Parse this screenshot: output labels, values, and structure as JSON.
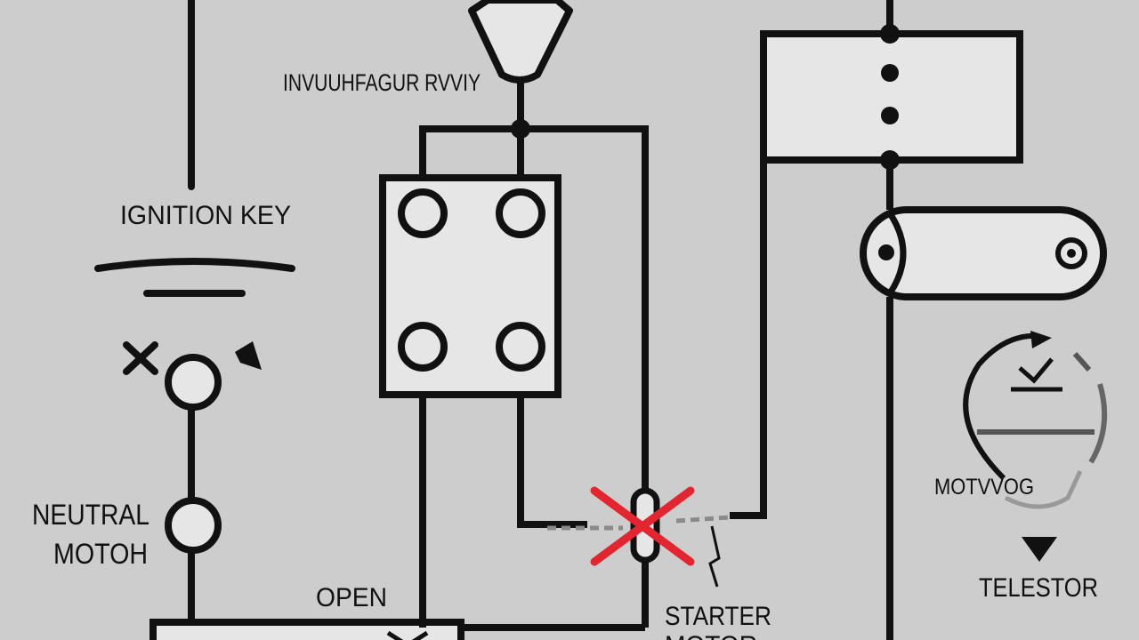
{
  "labels": {
    "top_label": "INVUUHFAGUR RVVIY",
    "ignition_key": "IGNITION KEY",
    "neutral_line1": "NEUTRAL",
    "neutral_line2": "MOTOH",
    "open": "OPEN",
    "starter_line1": "STARTER",
    "starter_line2": "MOTOR",
    "motor_right": "MOTVVOG",
    "telestor": "TELESTOR"
  },
  "colors": {
    "background": "#cdcdcd",
    "wire": "#111111",
    "component_fill": "#e6e6e6",
    "fault_x": "#e32530",
    "faded": "#8a8a8a"
  },
  "icons": [
    "relay-icon",
    "solenoid-icon",
    "timer-icon",
    "fault-x-icon",
    "down-arrow-icon",
    "bulb-icon"
  ]
}
